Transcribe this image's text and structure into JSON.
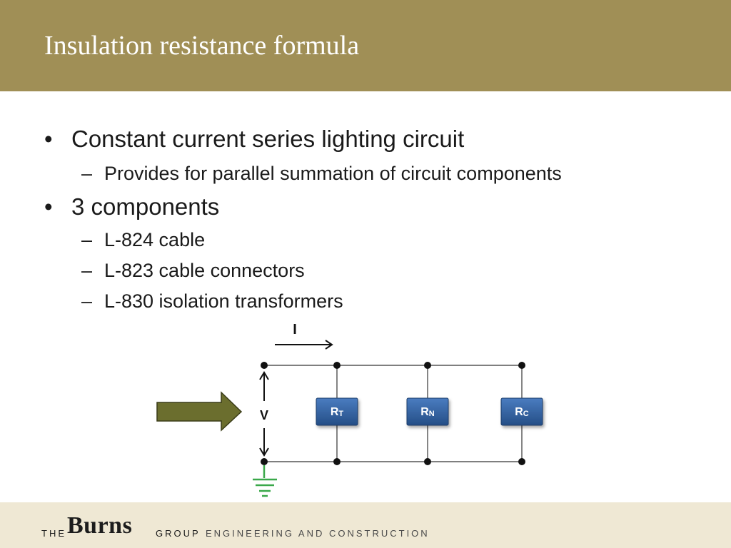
{
  "slide": {
    "title": "Insulation resistance formula"
  },
  "bullets": [
    {
      "marker": "•",
      "text": "Constant current series lighting circuit",
      "sub": [
        {
          "marker": "–",
          "text": "Provides for parallel summation of circuit components"
        }
      ]
    },
    {
      "marker": "•",
      "text": "3 components",
      "sub": [
        {
          "marker": "–",
          "text": "L-824 cable"
        },
        {
          "marker": "–",
          "text": "L-823 cable connectors"
        },
        {
          "marker": "–",
          "text": "L-830 isolation transformers"
        }
      ]
    }
  ],
  "diagram": {
    "current_label": "I",
    "voltage_label": "V",
    "resistors": [
      {
        "main": "R",
        "sub": "T"
      },
      {
        "main": "R",
        "sub": "N"
      },
      {
        "main": "R",
        "sub": "C"
      }
    ],
    "colors": {
      "resistor_fill": "#2f5f9a",
      "arrow_fill": "#6b6e2e",
      "ground": "#3aa84a",
      "wire": "#333333"
    }
  },
  "footer": {
    "logo_the": "THE",
    "logo_burns": "Burns",
    "logo_group": "GROUP",
    "tagline": "ENGINEERING AND CONSTRUCTION",
    "background": "#efe8d4"
  },
  "theme": {
    "header_color": "#a08f56"
  }
}
